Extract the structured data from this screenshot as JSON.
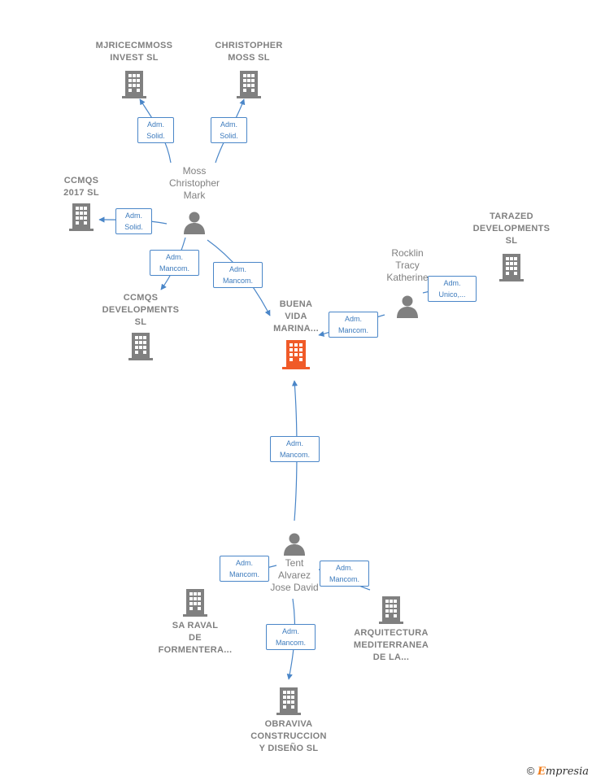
{
  "nodes": {
    "mjricemmoss": {
      "label": "MJRICECMMOSS\nINVEST  SL"
    },
    "christopher_moss": {
      "label": "CHRISTOPHER\nMOSS  SL"
    },
    "ccmqs_2017": {
      "label": "CCMQS\n2017  SL"
    },
    "moss_person": {
      "label": "Moss\nChristopher\nMark"
    },
    "ccmqs_dev": {
      "label": "CCMQS\nDEVELOPMENTS\nSL"
    },
    "buena_vida": {
      "label": "BUENA\nVIDA\nMARINA..."
    },
    "tarazed": {
      "label": "TARAZED\nDEVELOPMENTS\nSL"
    },
    "rocklin": {
      "label": "Rocklin\nTracy\nKatherine"
    },
    "tent": {
      "label": "Tent\nAlvarez\nJose David"
    },
    "sa_raval": {
      "label": "SA RAVAL\nDE\nFORMENTERA..."
    },
    "arquitectura": {
      "label": "ARQUITECTURA\nMEDITERRANEA\nDE LA..."
    },
    "obraviva": {
      "label": "OBRAVIVA\nCONSTRUCCION\nY DISEÑO  SL"
    }
  },
  "edges": {
    "e1": {
      "label": "Adm.\nSolid."
    },
    "e2": {
      "label": "Adm.\nSolid."
    },
    "e3": {
      "label": "Adm.\nSolid."
    },
    "e4": {
      "label": "Adm.\nMancom."
    },
    "e5": {
      "label": "Adm.\nMancom."
    },
    "e6": {
      "label": "Adm.\nUnico,..."
    },
    "e7": {
      "label": "Adm.\nMancom."
    },
    "e8": {
      "label": "Adm.\nMancom."
    },
    "e9": {
      "label": "Adm.\nMancom."
    },
    "e10": {
      "label": "Adm.\nMancom."
    },
    "e11": {
      "label": "Adm.\nMancom."
    }
  },
  "footer": {
    "copyright": "©",
    "brand_e": "E",
    "brand_rest": "mpresia"
  },
  "colors": {
    "company": "#808080",
    "main_company": "#f05a28",
    "edge": "#4a86c8",
    "person": "#808080"
  }
}
